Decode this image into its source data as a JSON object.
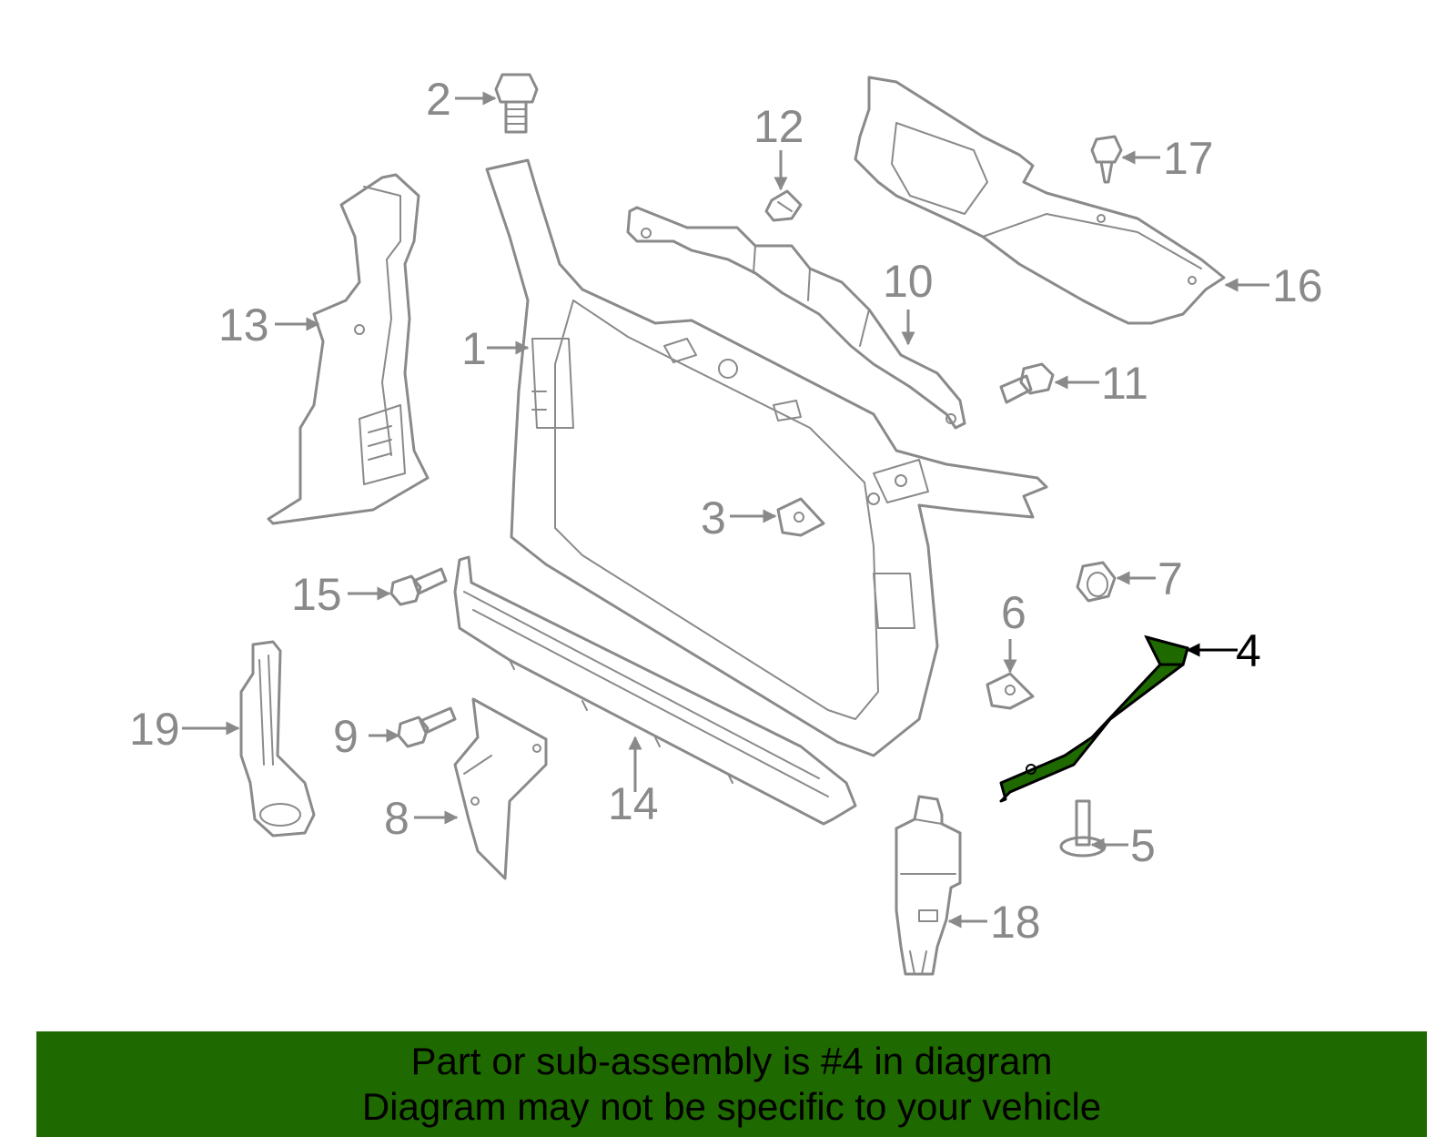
{
  "callouts": {
    "c1": "1",
    "c2": "2",
    "c3": "3",
    "c4": "4",
    "c5": "5",
    "c6": "6",
    "c7": "7",
    "c8": "8",
    "c9": "9",
    "c10": "10",
    "c11": "11",
    "c12": "12",
    "c13": "13",
    "c14": "14",
    "c15": "15",
    "c16": "16",
    "c17": "17",
    "c18": "18",
    "c19": "19"
  },
  "highlighted_part": "4",
  "colors": {
    "highlight": "#1f6a00",
    "line_art": "#8a8a8a"
  },
  "banner": {
    "line1": "Part or sub-assembly is #4 in diagram",
    "line2": "Diagram may not be specific to your vehicle"
  }
}
